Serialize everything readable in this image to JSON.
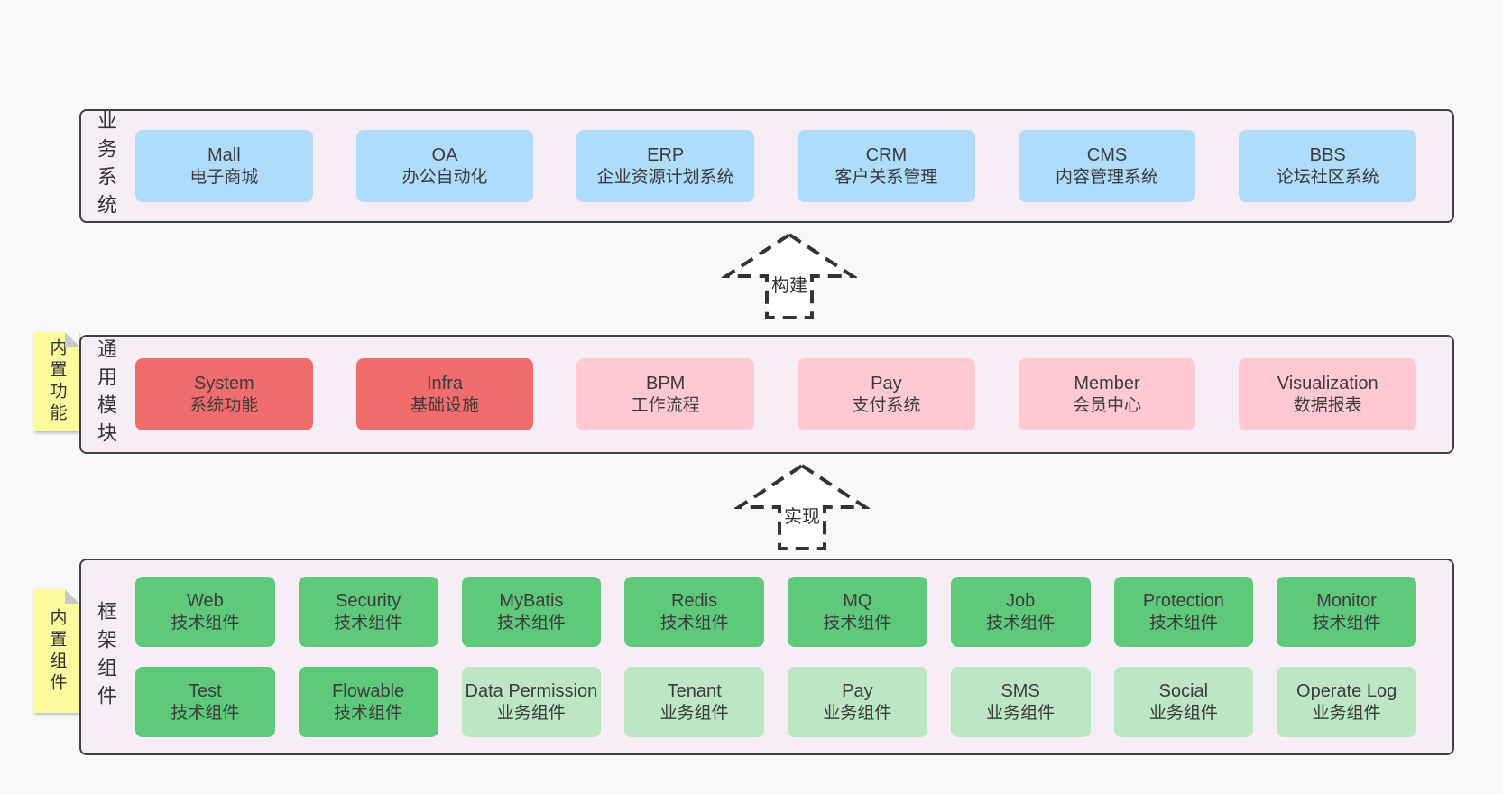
{
  "colors": {
    "page_bg": "#f8f8f8",
    "section_bg": "#f7edf5",
    "section_border": "#3f3f3f",
    "blue_box": "#aedcfa",
    "red_box": "#f16d6d",
    "pink_box": "#ffc9d3",
    "green_box": "#5ec97b",
    "light_green_box": "#bde6c4",
    "note_bg": "#fbfb9d",
    "note_fold": "#c9c9c9",
    "text": "#3b3b3b"
  },
  "diagram": {
    "sections": [
      {
        "label": "业务系统",
        "boxes": [
          {
            "title": "Mall",
            "subtitle": "电子商城"
          },
          {
            "title": "OA",
            "subtitle": "办公自动化"
          },
          {
            "title": "ERP",
            "subtitle": "企业资源计划系统"
          },
          {
            "title": "CRM",
            "subtitle": "客户关系管理"
          },
          {
            "title": "CMS",
            "subtitle": "内容管理系统"
          },
          {
            "title": "BBS",
            "subtitle": "论坛社区系统"
          }
        ]
      },
      {
        "label": "通用模块",
        "note": "内置功能",
        "boxes": [
          {
            "title": "System",
            "subtitle": "系统功能"
          },
          {
            "title": "Infra",
            "subtitle": "基础设施"
          },
          {
            "title": "BPM",
            "subtitle": "工作流程"
          },
          {
            "title": "Pay",
            "subtitle": "支付系统"
          },
          {
            "title": "Member",
            "subtitle": "会员中心"
          },
          {
            "title": "Visualization",
            "subtitle": "数据报表"
          }
        ]
      },
      {
        "label": "框架组件",
        "note": "内置组件",
        "rows": [
          [
            {
              "title": "Web",
              "subtitle": "技术组件"
            },
            {
              "title": "Security",
              "subtitle": "技术组件"
            },
            {
              "title": "MyBatis",
              "subtitle": "技术组件"
            },
            {
              "title": "Redis",
              "subtitle": "技术组件"
            },
            {
              "title": "MQ",
              "subtitle": "技术组件"
            },
            {
              "title": "Job",
              "subtitle": "技术组件"
            },
            {
              "title": "Protection",
              "subtitle": "技术组件"
            },
            {
              "title": "Monitor",
              "subtitle": "技术组件"
            }
          ],
          [
            {
              "title": "Test",
              "subtitle": "技术组件"
            },
            {
              "title": "Flowable",
              "subtitle": "技术组件"
            },
            {
              "title": "Data Permission",
              "subtitle": "业务组件"
            },
            {
              "title": "Tenant",
              "subtitle": "业务组件"
            },
            {
              "title": "Pay",
              "subtitle": "业务组件"
            },
            {
              "title": "SMS",
              "subtitle": "业务组件"
            },
            {
              "title": "Social",
              "subtitle": "业务组件"
            },
            {
              "title": "Operate Log",
              "subtitle": "业务组件"
            }
          ]
        ]
      }
    ],
    "arrows": [
      {
        "label": "构建"
      },
      {
        "label": "实现"
      }
    ]
  }
}
